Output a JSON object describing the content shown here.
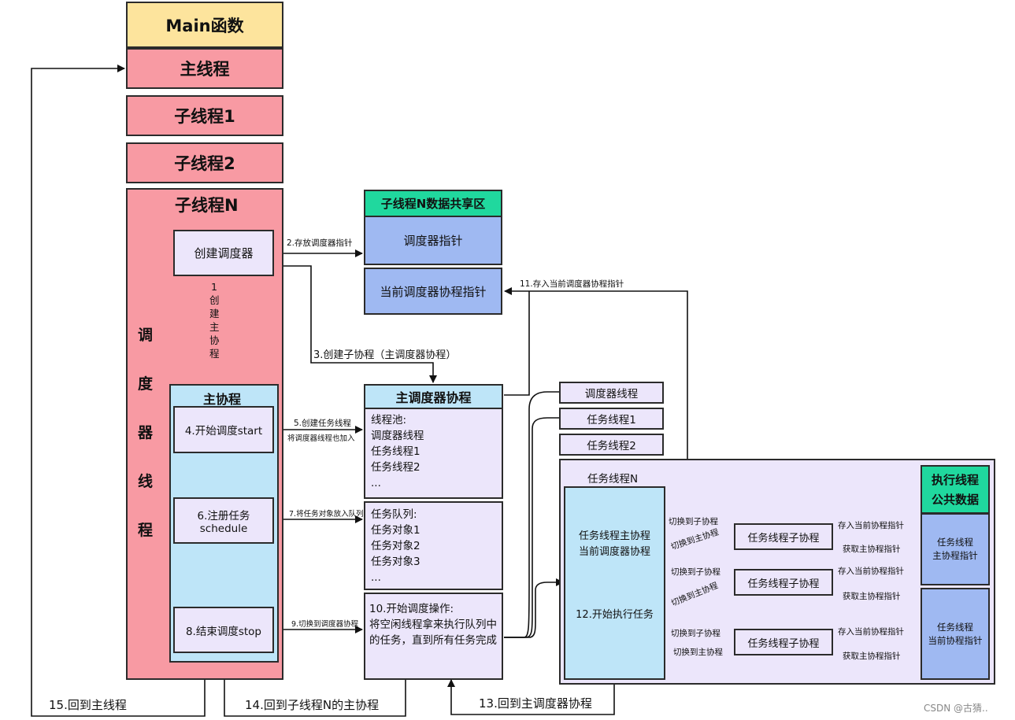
{
  "left_column": {
    "main_func": "Main函数",
    "main_thread": "主线程",
    "child1": "子线程1",
    "child2": "子线程2",
    "childN": "子线程N",
    "scheduler_thread_vertical": [
      "调",
      "度",
      "器",
      "线",
      "程"
    ]
  },
  "scheduler": {
    "create": "创建调度器",
    "vertical_label": [
      "1",
      "创",
      "建",
      "主",
      "协",
      "程"
    ],
    "main_coroutine_title": "主协程",
    "start": "4.开始调度start",
    "schedule": "6.注册任务schedule",
    "stop": "8.结束调度stop"
  },
  "shared_area": {
    "title": "子线程N数据共享区",
    "scheduler_ptr": "调度器指针",
    "current_coroutine_ptr": "当前调度器协程指针"
  },
  "main_scheduler": {
    "title": "主调度器协程",
    "pool_title": "线程池:",
    "pool_items": [
      "调度器线程",
      "任务线程1",
      "任务线程2",
      "..."
    ],
    "queue_title": "任务队列:",
    "queue_items": [
      "任务对象1",
      "任务对象2",
      "任务对象3",
      "..."
    ],
    "op_title": "10.开始调度操作:",
    "op_lines": [
      "将空闲线程拿来执行队列中",
      "的任务，直到所有任务完成"
    ]
  },
  "threads": {
    "scheduler_thread": "调度器线程",
    "task1": "任务线程1",
    "task2": "任务线程2",
    "taskN": "任务线程N",
    "task_main_coroutine": [
      "任务线程主协程",
      "当前调度器协程"
    ],
    "exec_task": "12.开始执行任务",
    "task_sub_coroutine": "任务线程子协程",
    "public_data_title": [
      "执行线程",
      "公共数据"
    ],
    "main_coroutine_ptr": [
      "任务线程",
      "主协程指针"
    ],
    "current_coroutine_ptr": [
      "任务线程",
      "当前协程指针"
    ]
  },
  "arrows": {
    "a2": "2.存放调度器指针",
    "a3": "3.创建子协程（主调度器协程）",
    "a5": "5.创建任务线程",
    "a5b": "将调度器线程也加入",
    "a7": "7.将任务对象放入队列",
    "a9": "9.切换到调度器协程",
    "a11": "11.存入当前调度器协程指针",
    "to_sub": "切换到子协程",
    "to_main": "切换到主协程",
    "store_ptr": "存入当前协程指针",
    "get_ptr": "获取主协程指针",
    "a13": "13.回到主调度器协程",
    "a14": "14.回到子线程N的主协程",
    "a15": "15.回到主线程"
  },
  "watermark": "CSDN @古猜.."
}
